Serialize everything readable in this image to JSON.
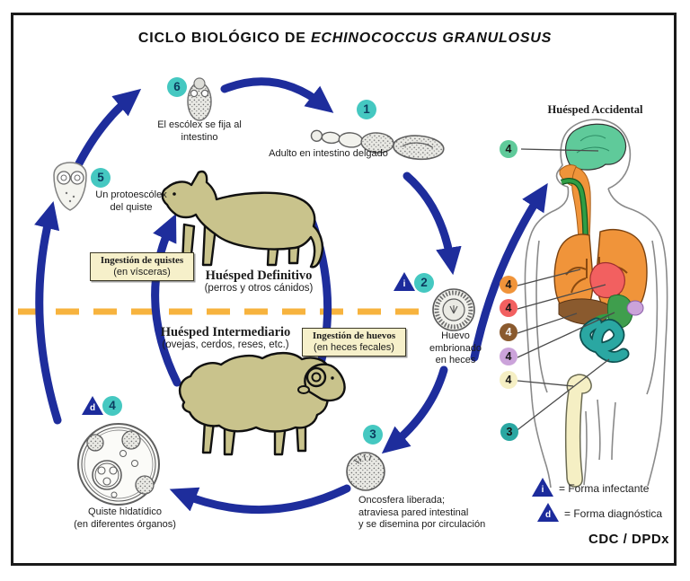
{
  "title": {
    "text": "CICLO BIOLÓGICO DE ",
    "species": "ECHINOCOCCUS GRANULOSUS"
  },
  "credit": "CDC / DPDx",
  "stages": {
    "s1": {
      "num": "1",
      "lines": [
        "Adulto en intestino delgado"
      ]
    },
    "s2": {
      "num": "2",
      "lines": [
        "Huevo",
        "embrionado",
        "en heces"
      ]
    },
    "s3": {
      "num": "3",
      "lines": [
        "Oncosfera liberada;",
        "atraviesa pared intestinal",
        "y se disemina por circulación"
      ]
    },
    "s4": {
      "num": "4",
      "lines": [
        "Quiste hidatídico",
        "(en diferentes órganos)"
      ]
    },
    "s5": {
      "num": "5",
      "lines": [
        "Un protoescólex",
        "del quiste"
      ]
    },
    "s6": {
      "num": "6",
      "lines": [
        "El escólex se fija al",
        "intestino"
      ]
    }
  },
  "hosts": {
    "definitive": {
      "name": "Huésped Definitivo",
      "detail": "(perros y otros cánidos)"
    },
    "intermediate": {
      "name": "Huésped Intermediario",
      "detail": "(ovejas, cerdos, reses, etc.)"
    },
    "accidental": {
      "name": "Huésped Accidental"
    }
  },
  "callouts": {
    "quistes": {
      "title": "Ingestión de quistes",
      "detail": "(en vísceras)"
    },
    "huevos": {
      "title": "Ingestión de huevos",
      "detail": "(en heces fecales)"
    }
  },
  "legend": {
    "infectante": {
      "symbol": "i",
      "label": "= Forma infectante"
    },
    "diagnostica": {
      "symbol": "d",
      "label": "= Forma diagnóstica"
    }
  },
  "human_markers": [
    {
      "num": "4",
      "organ": "brain",
      "color": "#5fca9a"
    },
    {
      "num": "4",
      "organ": "lungs",
      "color": "#f0943a"
    },
    {
      "num": "4",
      "organ": "heart",
      "color": "#f26060"
    },
    {
      "num": "4",
      "organ": "liver",
      "color": "#8a5a2e"
    },
    {
      "num": "4",
      "organ": "spleen",
      "color": "#cba3da"
    },
    {
      "num": "4",
      "organ": "bone",
      "color": "#f5efc4"
    },
    {
      "num": "3",
      "organ": "intestine",
      "color": "#2aa7a2"
    }
  ],
  "colors": {
    "arrow": "#1e2d9c",
    "stage_badge": "#45c8c1",
    "dashed_line": "#f7b33e",
    "callout_bg": "#f6f0ca",
    "animal": "#c9c38c",
    "triangle": "#1c2b9c"
  }
}
